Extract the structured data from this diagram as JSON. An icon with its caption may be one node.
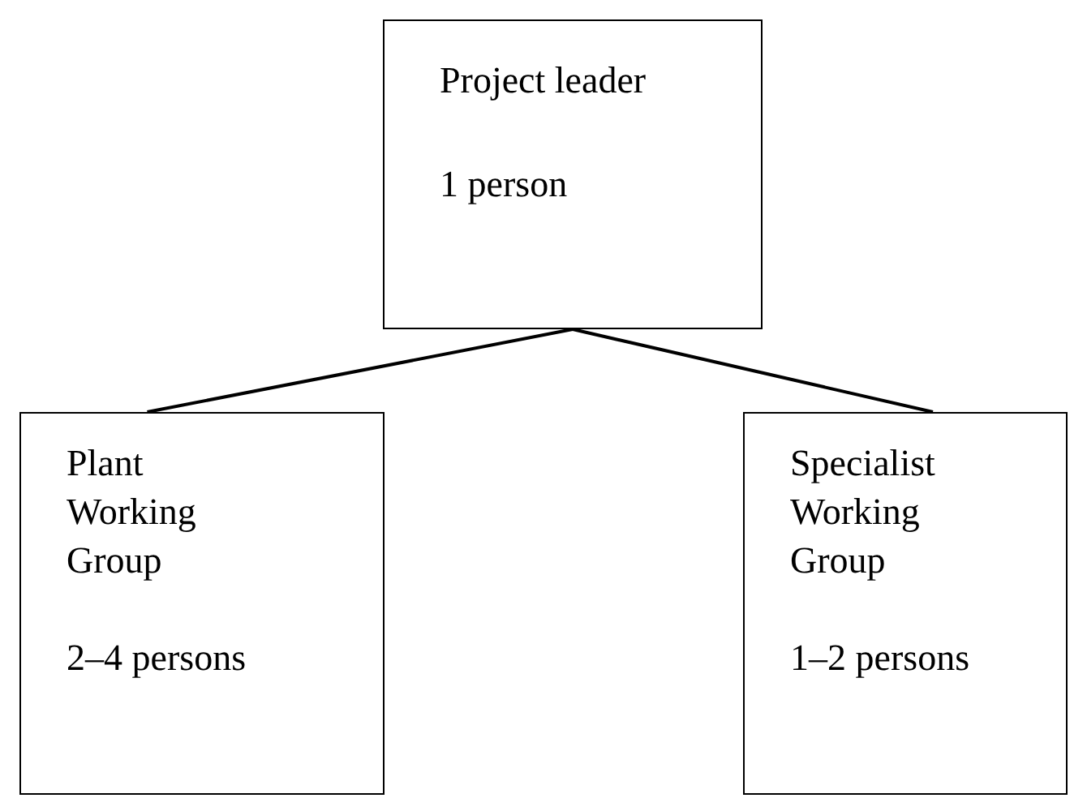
{
  "diagram": {
    "nodes": [
      {
        "text": [
          "Project leader",
          "1 person"
        ]
      },
      {
        "text": [
          "Plant Working Group",
          "2–4 persons"
        ]
      },
      {
        "text": [
          "Specialist Working Group",
          "1–2 persons"
        ]
      }
    ],
    "edges": [
      {
        "from": 0,
        "to": 1,
        "arrow": "none"
      },
      {
        "from": 0,
        "to": 2,
        "arrow": "none"
      }
    ]
  }
}
